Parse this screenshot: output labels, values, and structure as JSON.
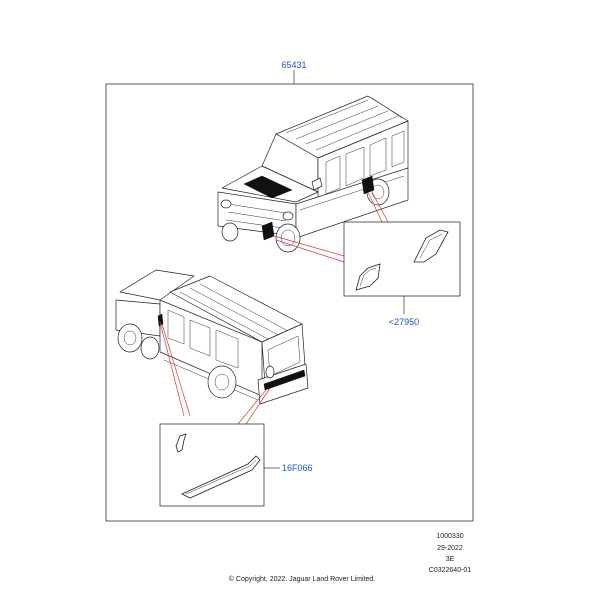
{
  "callouts": {
    "main_kit": "65431",
    "front_part": "<27950",
    "rear_part": "16F066"
  },
  "meta": {
    "line1": "1000330",
    "line2": "29-2022",
    "line3": "3E",
    "line4": "C0322640-01"
  },
  "copyright": "© Copyright, 2022. Jaguar Land Rover Limited.",
  "colors": {
    "callout": "#1f4fd6",
    "leader_red": "#d23a3a",
    "line": "#222222"
  }
}
